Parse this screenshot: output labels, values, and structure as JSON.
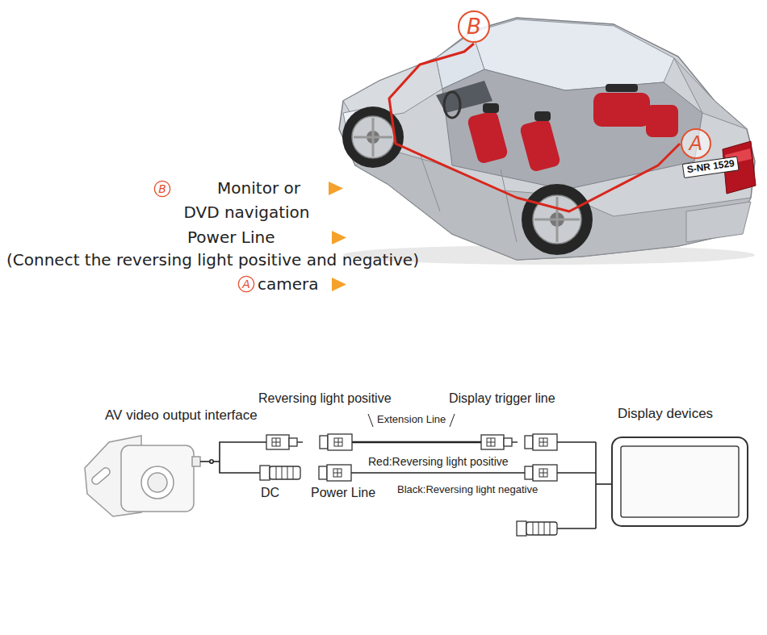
{
  "diagram": {
    "nodes": [
      {
        "text": [
          "B"
        ]
      },
      {
        "text": [
          "A"
        ]
      },
      {
        "text": [
          "B"
        ]
      },
      {
        "text": [
          "A"
        ]
      },
      {
        "text": [
          "Display devices"
        ]
      }
    ],
    "edges": [
      {
        "from": 1,
        "to": 0,
        "arrow": "none"
      }
    ],
    "labels": [
      "S-NR 1529",
      "Monitor or DVD navigation",
      "Power Line",
      "(Connect the reversing light positive and negative)",
      "camera",
      "AV video output interface",
      "Reversing light positive",
      "Extension Line",
      "Display trigger line",
      "DC",
      "Power Line",
      "Red:Reversing light positive",
      "Black:Reversing light negative"
    ]
  }
}
